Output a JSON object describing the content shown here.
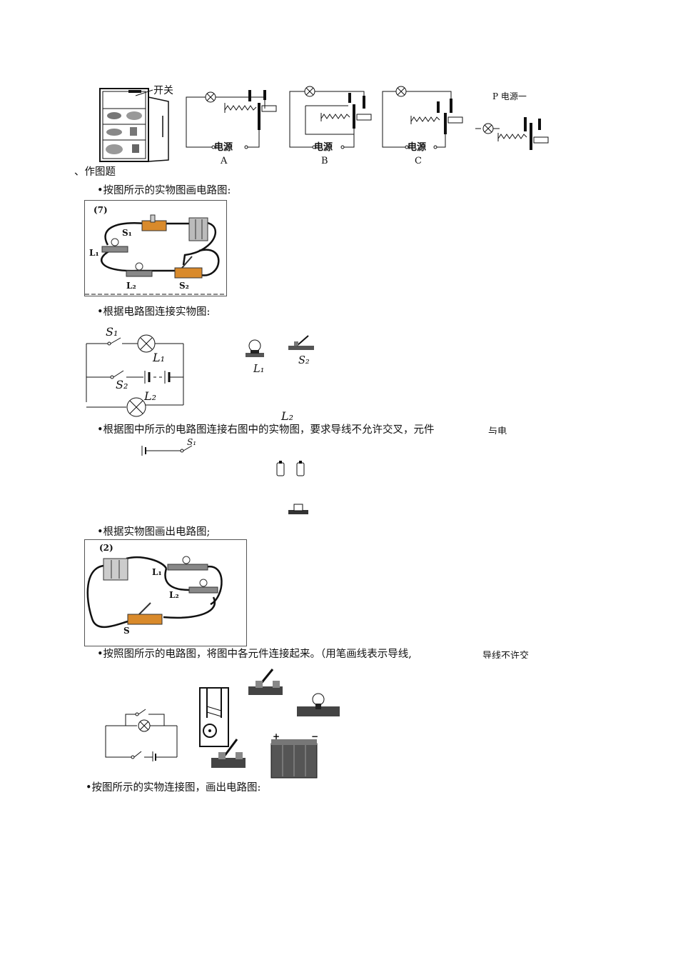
{
  "fig_top": {
    "fridge_switch_label": "开关",
    "circuits": [
      {
        "letter": "A",
        "source_label": "电源"
      },
      {
        "letter": "B",
        "source_label": "电源"
      },
      {
        "letter": "C",
        "source_label": "电源"
      }
    ],
    "option_d_label": "P 电源一"
  },
  "section_title": "、作图题",
  "q1": {
    "text": "•按图所示的实物图画电路图:",
    "figure_tag": "(7)",
    "labels": {
      "s1": "S₁",
      "s2": "S₂",
      "l1": "L₁",
      "l2": "L₂"
    }
  },
  "q2": {
    "text": "•根据电路图连接实物图:",
    "labels": {
      "s1": "S₁",
      "s2": "S₂",
      "l1": "L₁",
      "l2": "L₂",
      "l1b": "L₁",
      "s2b": "S₂",
      "l2b": "L₂"
    }
  },
  "q3": {
    "text": "•根据图中所示的电路图连接右图中的实物图，要求导线不允许交叉，元件",
    "cut_text": "与电",
    "s1_label": "S₁"
  },
  "q4": {
    "text": "•根据实物图画出电路图;",
    "figure_tag": "(2)",
    "labels": {
      "l1": "L₁",
      "l2": "L₂",
      "s": "S"
    }
  },
  "q5": {
    "text": "•按照图所示的电路图，将图中各元件连接起来。（用笔画线表示导线,",
    "cut_text": "导线不许交"
  },
  "q6": {
    "text": "•按图所示的实物连接图，画出电路图:"
  }
}
